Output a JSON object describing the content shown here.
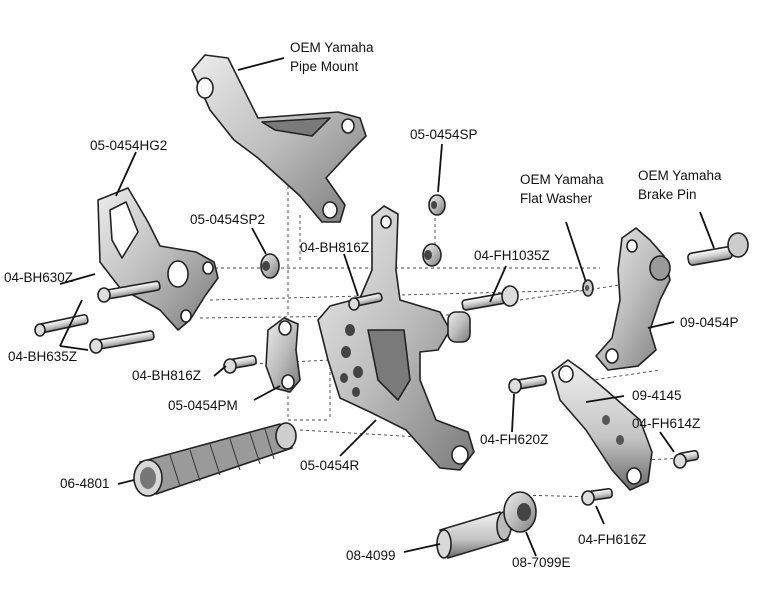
{
  "labels": {
    "oem_pipe_mount_1": "OEM Yamaha",
    "oem_pipe_mount_2": "Pipe Mount",
    "hg2": "05-0454HG2",
    "sp": "05-0454SP",
    "oem_flat_washer_1": "OEM Yamaha",
    "oem_flat_washer_2": "Flat Washer",
    "oem_brake_pin_1": "OEM Yamaha",
    "oem_brake_pin_2": "Brake Pin",
    "sp2": "05-0454SP2",
    "bh816z_top": "04-BH816Z",
    "fh1035z": "04-FH1035Z",
    "bh630z": "04-BH630Z",
    "bh635z": "04-BH635Z",
    "p": "09-0454P",
    "bh816z_left": "04-BH816Z",
    "pm": "05-0454PM",
    "r4145": "09-4145",
    "fh620z": "04-FH620Z",
    "fh614z": "04-FH614Z",
    "r": "05-0454R",
    "peg": "06-4801",
    "fh616z": "04-FH616Z",
    "spacer": "08-4099",
    "e": "08-7099E"
  },
  "colors": {
    "part_fill": "#d6d6d6",
    "part_dark": "#6e6e6e",
    "part_light": "#ececec",
    "outline": "#222222"
  }
}
